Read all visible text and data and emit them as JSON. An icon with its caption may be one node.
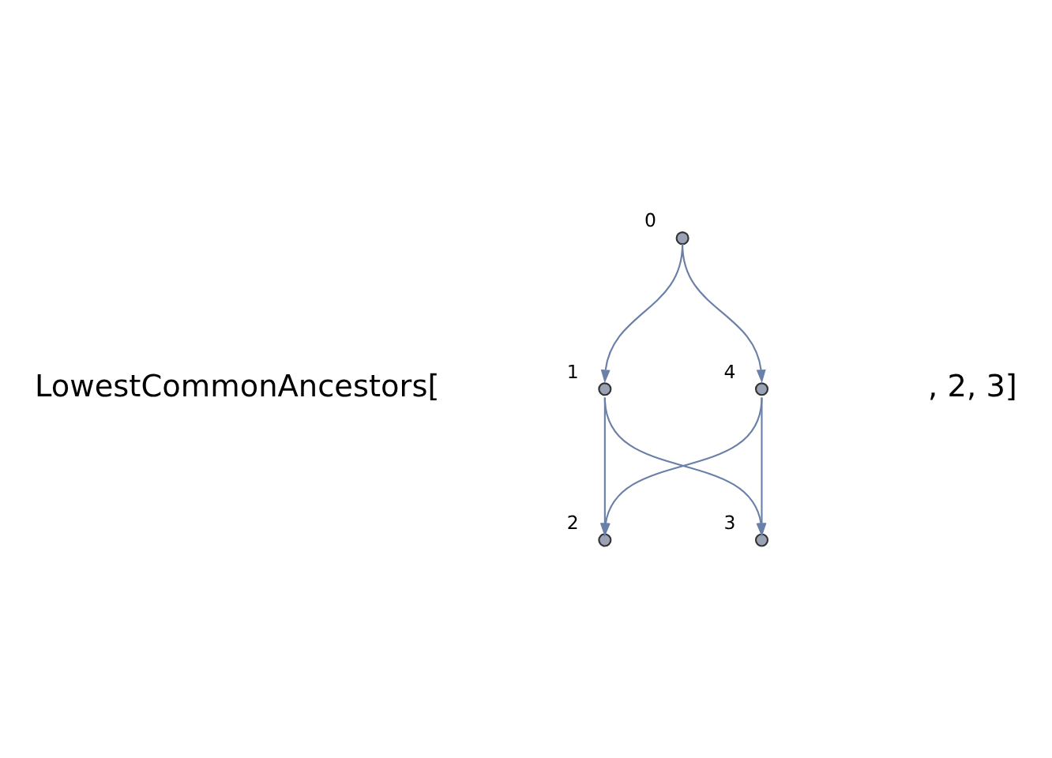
{
  "diagram": {
    "nodes": [
      {
        "text": [],
        "shape": "circle",
        "beside": [
          "0"
        ]
      },
      {
        "text": [],
        "shape": "circle",
        "beside": [
          "1"
        ]
      },
      {
        "text": [],
        "shape": "circle",
        "beside": [
          "4"
        ]
      },
      {
        "text": [],
        "shape": "circle",
        "beside": [
          "2"
        ]
      },
      {
        "text": [],
        "shape": "circle",
        "beside": [
          "3"
        ]
      }
    ],
    "edges": [
      {
        "from": 0,
        "to": 1,
        "arrow": "to"
      },
      {
        "from": 0,
        "to": 2,
        "arrow": "to"
      },
      {
        "from": 1,
        "to": 3,
        "arrow": "to"
      },
      {
        "from": 1,
        "to": 4,
        "arrow": "to"
      },
      {
        "from": 2,
        "to": 3,
        "arrow": "to"
      },
      {
        "from": 2,
        "to": 4,
        "arrow": "to"
      }
    ],
    "labels": [
      "LowestCommonAncestors[",
      ", 2, 3]"
    ]
  }
}
